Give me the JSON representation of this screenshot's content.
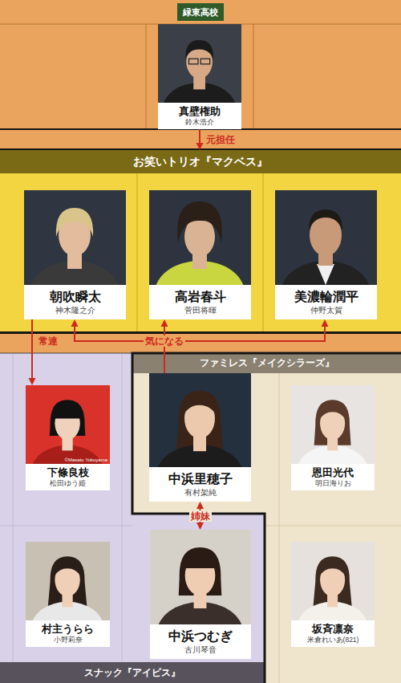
{
  "diagram": {
    "nodes": [
      {
        "text": [
          "緑東高校"
        ]
      },
      {
        "text": [
          "真壁権助",
          "鈴木浩介"
        ],
        "in": 0
      },
      {
        "text": [
          "お笑いトリオ『マクベス』"
        ]
      },
      {
        "text": [
          "朝吹瞬太",
          "神木隆之介"
        ],
        "in": 2
      },
      {
        "text": [
          "高岩春斗",
          "菅田将暉"
        ],
        "in": 2
      },
      {
        "text": [
          "美濃輪潤平",
          "仲野太賀"
        ],
        "in": 2
      },
      {
        "text": [
          "ファミレス『メイクシラーズ』"
        ]
      },
      {
        "text": [
          "中浜里穂子",
          "有村架純"
        ],
        "in": 6
      },
      {
        "text": [
          "恩田光代",
          "明日海りお"
        ],
        "in": 6
      },
      {
        "text": [
          "坂斉凛奈",
          "米倉れいあ(821)"
        ],
        "in": 6
      },
      {
        "text": [
          "スナック『アイビス』"
        ]
      },
      {
        "text": [
          "下條良枝",
          "松田ゆう姫"
        ],
        "in": 10
      },
      {
        "text": [
          "村主うらら",
          "小野莉奈"
        ],
        "in": 10
      },
      {
        "text": [
          "中浜つむぎ",
          "古川琴音"
        ],
        "in": 10
      }
    ],
    "edges": [
      {
        "from": 1,
        "to": 2,
        "label": "元担任",
        "arrow": "to"
      },
      {
        "from": 3,
        "to": 11,
        "label": "常連",
        "arrow": "to"
      },
      {
        "from": 7,
        "to": 3,
        "arrow": "to"
      },
      {
        "from": 7,
        "to": 4,
        "label": "気になる",
        "arrow": "to"
      },
      {
        "from": 7,
        "to": 5,
        "arrow": "to"
      },
      {
        "from": 7,
        "to": 13,
        "label": "姉妹",
        "arrow": "both"
      }
    ],
    "labels": [
      "©Masato Yokoyama"
    ]
  }
}
